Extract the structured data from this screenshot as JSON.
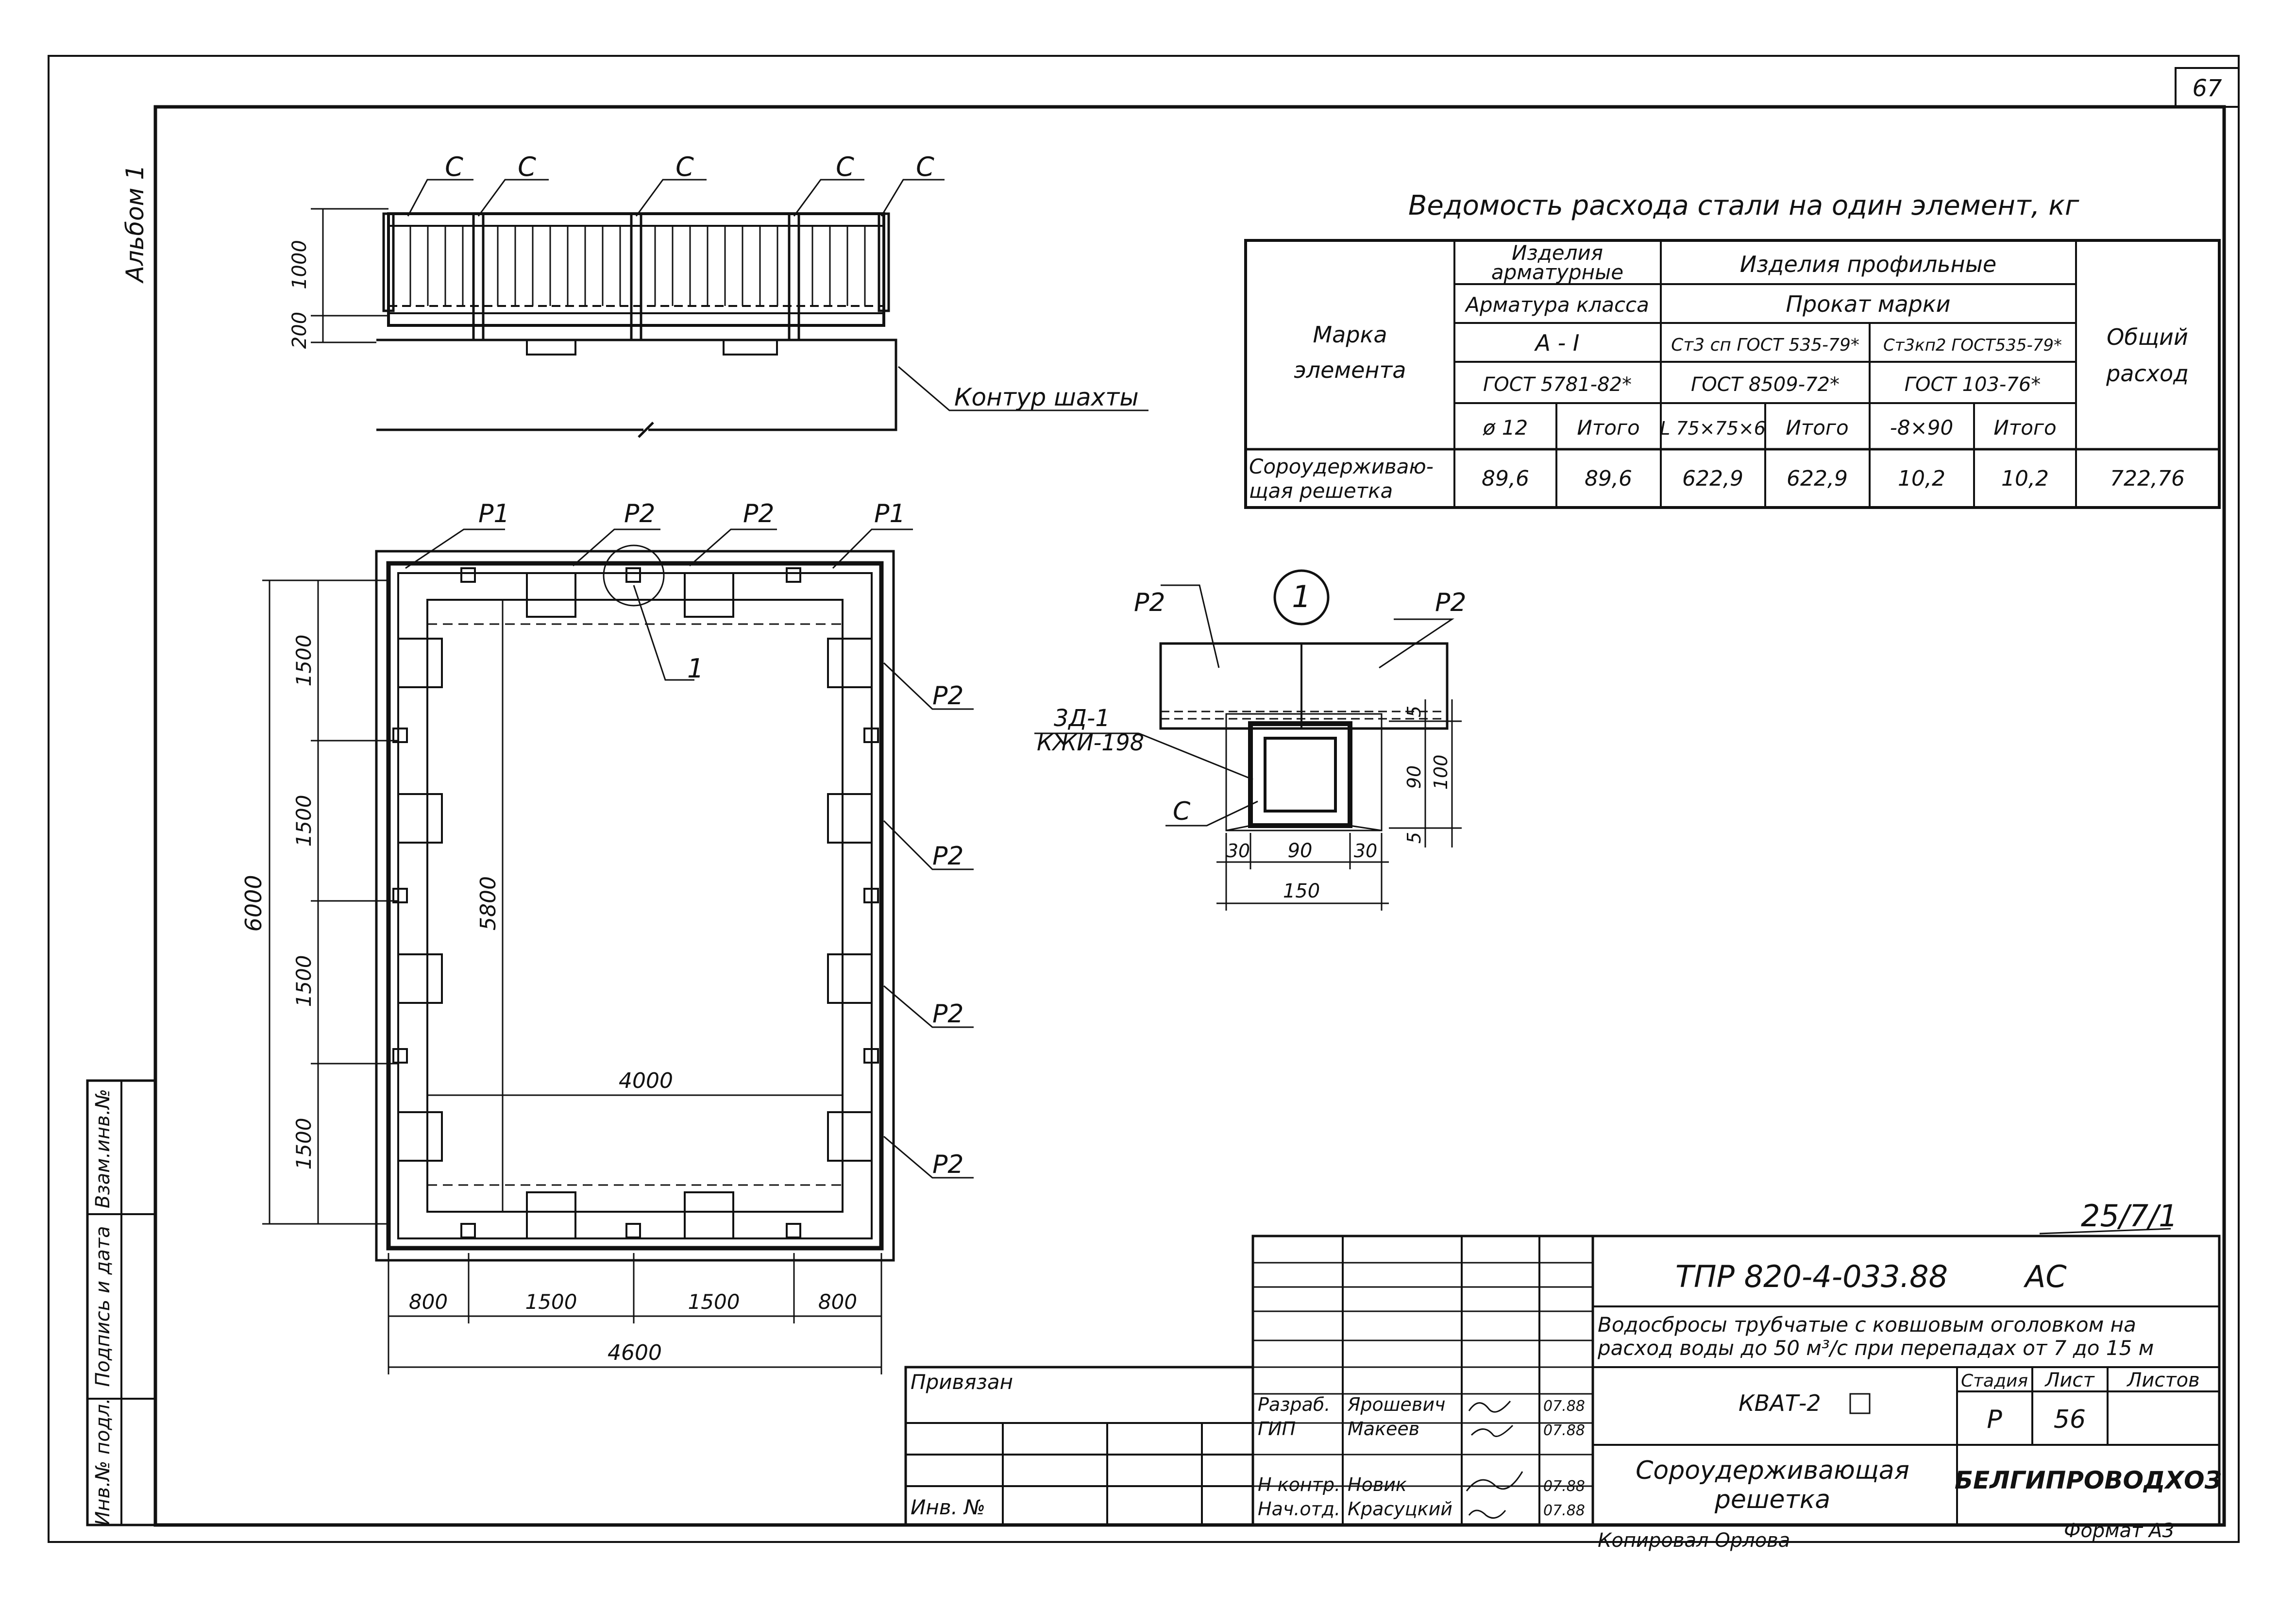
{
  "sheet": {
    "page_number": "67",
    "album": "Альбом 1"
  },
  "side_stamp": {
    "inv_podl": "Инв.№ подл.",
    "sign_date": "Подпись и дата",
    "vzam_inv": "Взам.инв.№"
  },
  "elevation": {
    "section_labels": [
      "С",
      "С",
      "С",
      "С",
      "С"
    ],
    "dim_1000": "1000",
    "dim_200": "200",
    "shaft_contour": "Контур шахты"
  },
  "table": {
    "title": "Ведомость расхода стали на один элемент, кг",
    "h_mark": "Марка элемента",
    "h_rebar_items": "Изделия арматурные",
    "h_profile_items": "Изделия профильные",
    "h_rebar_class": "Арматура класса",
    "h_rolled": "Прокат марки",
    "h_a1": "A - I",
    "h_st3sp": "Ст3 сп ГОСТ 535-79*",
    "h_st3kp2": "Ст3кп2 ГОСТ535-79*",
    "h_gost5781": "ГОСТ 5781-82*",
    "h_gost8509": "ГОСТ 8509-72*",
    "h_gost103": "ГОСТ 103-76*",
    "h_d12": "ø 12",
    "h_total1": "Итого",
    "h_L75": "L 75×75×6",
    "h_total2": "Итого",
    "h_strip": "-8×90",
    "h_total3": "Итого",
    "h_overall": "Общий расход",
    "row_name": "Сороудерживающая решетка",
    "v_d12": "89,6",
    "v_total1": "89,6",
    "v_L75": "622,9",
    "v_total2": "622,9",
    "v_strip": "10,2",
    "v_total3": "10,2",
    "v_overall": "722,76"
  },
  "plan": {
    "labels_top": [
      "P1",
      "P2",
      "P2",
      "P1"
    ],
    "labels_right": [
      "P2",
      "P2",
      "P2",
      "P2"
    ],
    "node_ref": "1",
    "dim_6000": "6000",
    "dim_5800": "5800",
    "dims_left": [
      "1500",
      "1500",
      "1500",
      "1500"
    ],
    "dim_4000": "4000",
    "dims_bottom": [
      "800",
      "1500",
      "1500",
      "800"
    ],
    "dim_4600": "4600"
  },
  "detail": {
    "number": "1",
    "p2_left": "P2",
    "p2_right": "P2",
    "embed_code": "3Д-1",
    "embed_ref": "КЖИ-198",
    "c_label": "С",
    "dim_5_top": "5",
    "dim_90_v": "90",
    "dim_100": "100",
    "dim_5_bot": "5",
    "dim_30_left": "30",
    "dim_90_h": "90",
    "dim_30_right": "30",
    "dim_150": "150"
  },
  "title_block": {
    "archive_no": "25/7/1",
    "doc_code": "ТПР 820-4-033.88",
    "doc_suffix": "АС",
    "project_line1": "Водосбросы трубчатые с ковшовым оголовком на",
    "project_line2": "расход воды до 50 м³/с при перепадах от 7 до 15 м",
    "object_code": "КВАТ-2",
    "sheet_title_1": "Сороудерживающая",
    "sheet_title_2": "решетка",
    "h_stage": "Стадия",
    "h_sheet": "Лист",
    "h_sheets": "Листов",
    "stage": "Р",
    "sheet_no": "56",
    "org": "БЕЛГИПРОВОДХОЗ",
    "bound": "Привязан",
    "inv_no": "Инв. №",
    "roles": [
      "Разраб.",
      "ГИП",
      "Н контр.",
      "Нач.отд."
    ],
    "names": [
      "Ярошевич",
      "Макеев",
      "Новик",
      "Красуцкий"
    ],
    "dates": [
      "07.88",
      "07.88",
      "07.88",
      "07.88"
    ],
    "copied": "Копировал Орлова",
    "format": "Формат А3"
  }
}
